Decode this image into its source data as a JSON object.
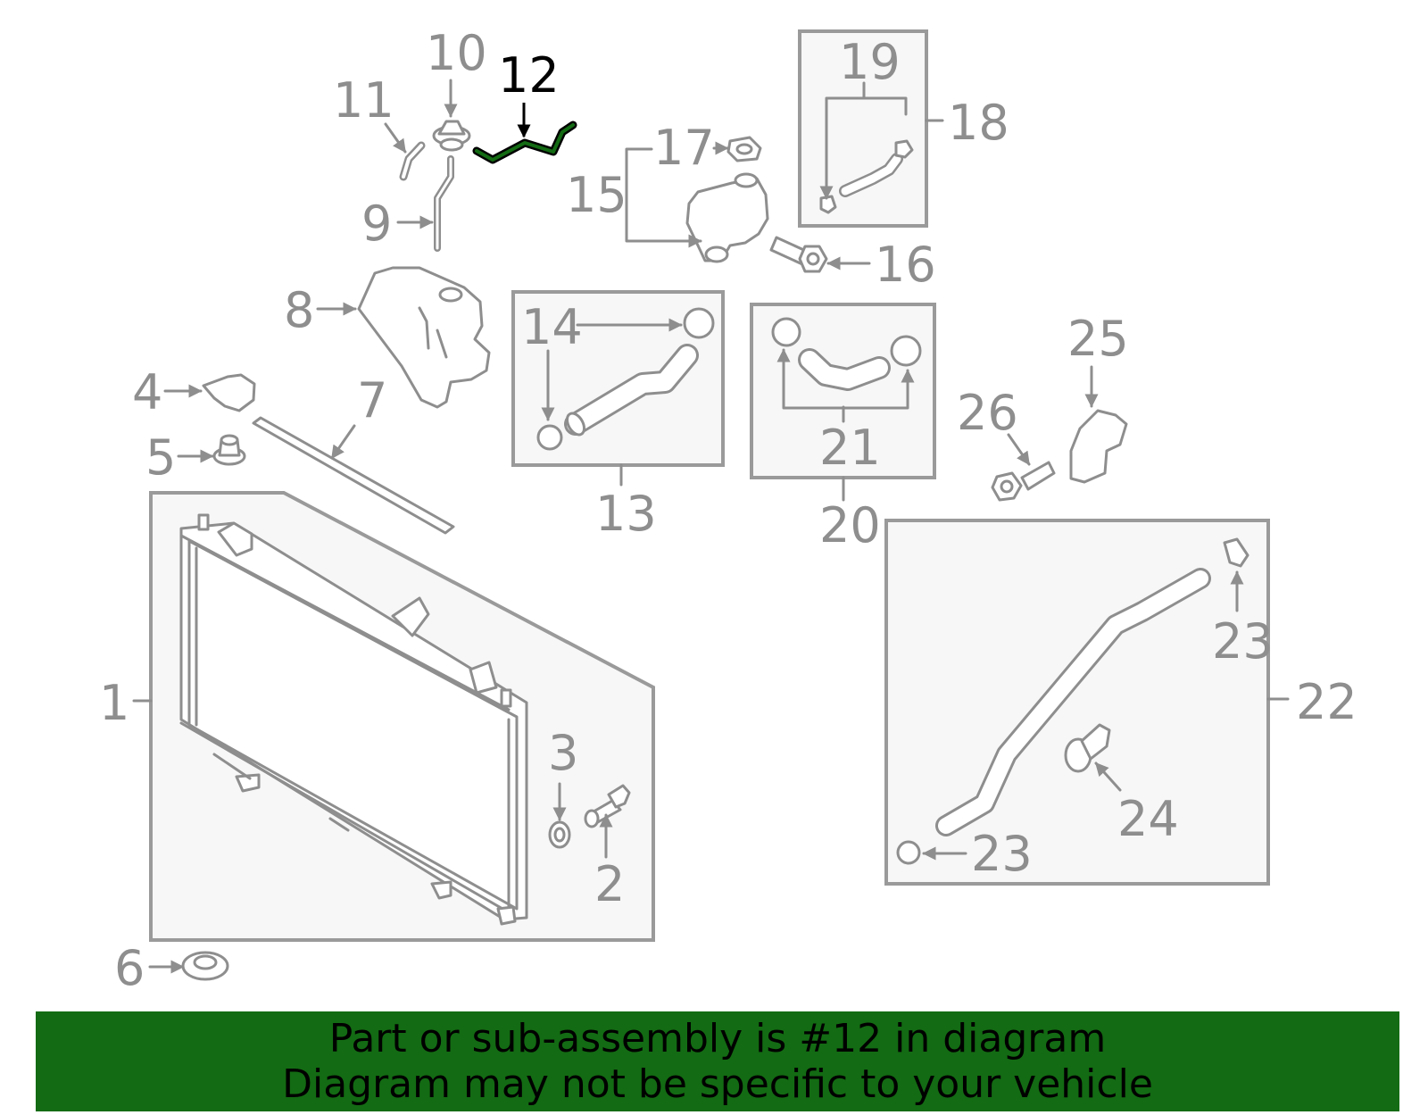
{
  "diagram": {
    "highlighted_part": "12",
    "callouts": [
      "1",
      "2",
      "3",
      "4",
      "5",
      "6",
      "7",
      "8",
      "9",
      "10",
      "11",
      "12",
      "13",
      "14",
      "15",
      "16",
      "17",
      "18",
      "19",
      "20",
      "21",
      "22",
      "23",
      "23",
      "24",
      "25",
      "26"
    ],
    "colors": {
      "line_art": "#8e8e8e",
      "group_box_fill": "#f7f7f7",
      "highlight_part": "#136b13",
      "banner_background": "#136b13",
      "banner_text": "#000000"
    }
  },
  "banner": {
    "line1": "Part or sub-assembly is #12 in diagram",
    "line2": "Diagram may not be specific to your vehicle"
  }
}
